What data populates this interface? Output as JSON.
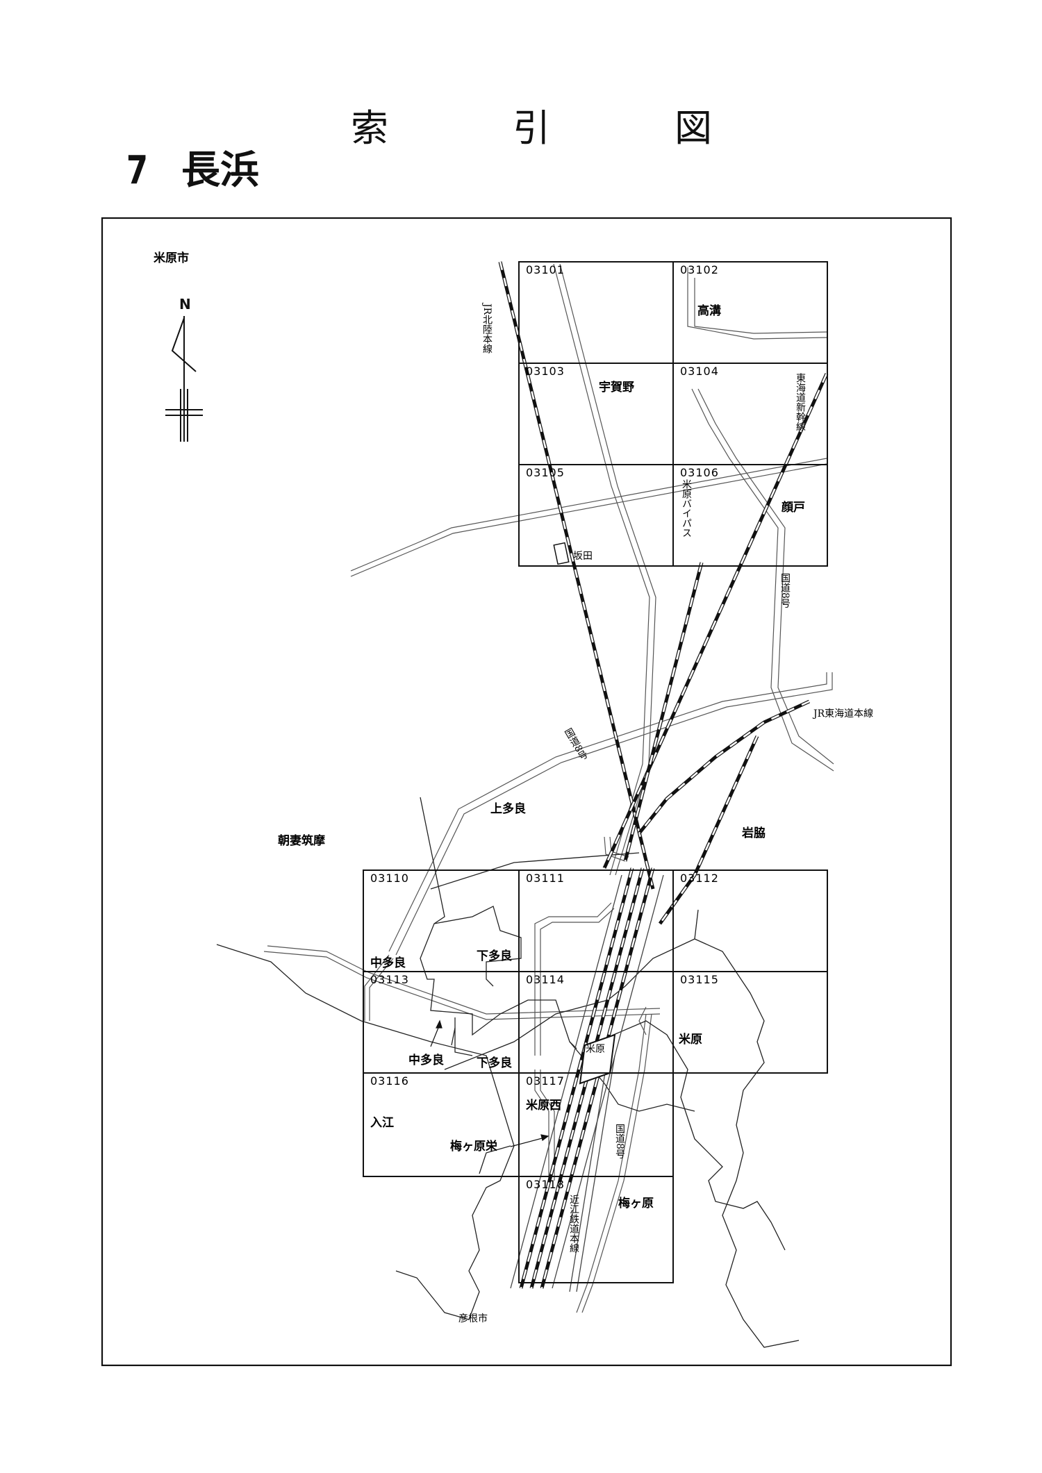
{
  "title": {
    "chars": [
      "索",
      "引",
      "図"
    ]
  },
  "heading": {
    "number": "7",
    "name": "長浜"
  },
  "map": {
    "city": "米原市",
    "north_label": "N",
    "sheets": [
      {
        "id": "03101"
      },
      {
        "id": "03102"
      },
      {
        "id": "03103"
      },
      {
        "id": "03104"
      },
      {
        "id": "03105"
      },
      {
        "id": "03106"
      },
      {
        "id": "03110"
      },
      {
        "id": "03111"
      },
      {
        "id": "03112"
      },
      {
        "id": "03113"
      },
      {
        "id": "03114"
      },
      {
        "id": "03115"
      },
      {
        "id": "03116"
      },
      {
        "id": "03117"
      },
      {
        "id": "03118"
      }
    ],
    "places": {
      "takamizo": "高溝",
      "ugano": "宇賀野",
      "kaodo": "顔戸",
      "kamitara": "上多良",
      "asazuma": "朝妻筑摩",
      "iwawaki": "岩脇",
      "nakatara_a": "中多良",
      "shimotara_a": "下多良",
      "nakatara_b": "中多良",
      "shimotara_b": "下多良",
      "maibara": "米原",
      "irie": "入江",
      "maibara_nishi": "米原西",
      "umegahara_sakae": "梅ヶ原栄",
      "umegahara": "梅ヶ原",
      "hikone": "彦根市"
    },
    "line_labels": {
      "hokuriku": "JR北陸本線",
      "shinkansen": "東海道新幹線",
      "bypass": "米原バイパス",
      "route8_a": "国道8号",
      "route8_b": "国道8号",
      "route8_c": "国道8号",
      "tokaido": "JR東海道本線",
      "ohmi": "近江鉄道本線"
    },
    "stations": {
      "sakata": "坂田",
      "maibara": "米原"
    }
  }
}
